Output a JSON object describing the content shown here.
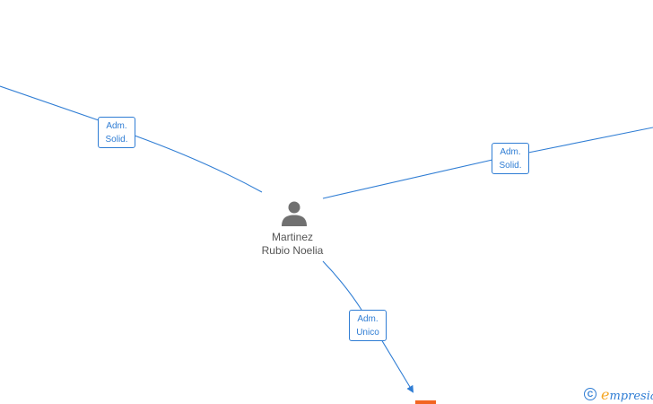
{
  "person": {
    "name_line1": "Martinez",
    "name_line2": "Rubio Noelia"
  },
  "relations": [
    {
      "id": "left",
      "line1": "Adm.",
      "line2": "Solid."
    },
    {
      "id": "right",
      "line1": "Adm.",
      "line2": "Solid."
    },
    {
      "id": "bottom",
      "line1": "Adm.",
      "line2": "Unico"
    }
  ],
  "watermark": {
    "copyright_symbol": "C",
    "brand_initial": "e",
    "brand_rest": "mpresia"
  },
  "colors": {
    "edge": "#2f7dd4",
    "person_icon": "#707070",
    "company_marker": "#f26522",
    "brand_accent": "#f5a623"
  }
}
